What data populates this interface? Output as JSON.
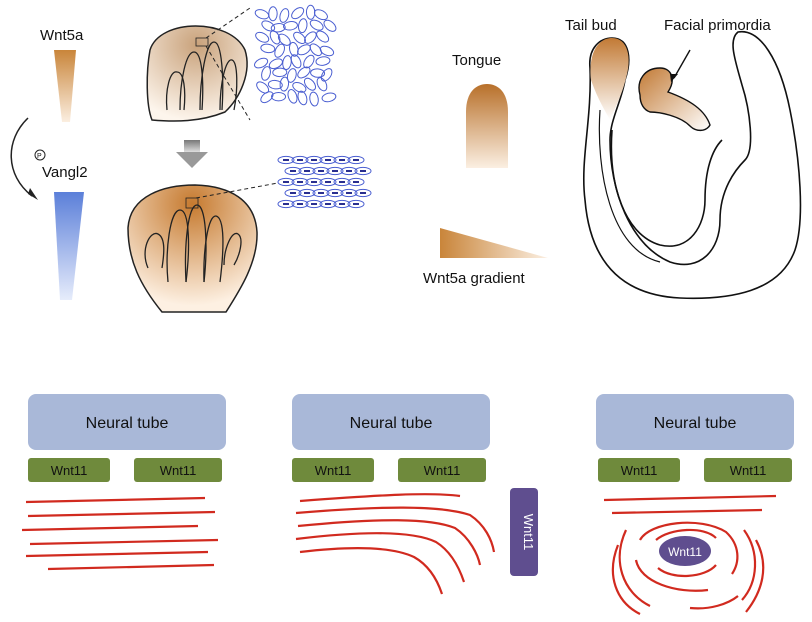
{
  "top_left": {
    "wnt5a_label": "Wnt5a",
    "phospho_symbol": "P",
    "vangl2_label": "Vangl2",
    "colors": {
      "wnt5a": "#c9853a",
      "vangl2": "#5b7fd9",
      "cell_outline": "#4a5ed1",
      "cell_mark": "#2a2f8f"
    }
  },
  "top_right": {
    "tongue_label": "Tongue",
    "tail_bud_label": "Tail bud",
    "facial_label": "Facial primordia",
    "gradient_label": "Wnt5a gradient",
    "colors": {
      "gradient": "#c9853a"
    }
  },
  "bottom": {
    "panels": [
      {
        "tube_label": "Neural tube",
        "wnt_left": "Wnt11",
        "wnt_right": "Wnt11"
      },
      {
        "tube_label": "Neural tube",
        "wnt_left": "Wnt11",
        "wnt_right": "Wnt11",
        "side_label": "Wnt11"
      },
      {
        "tube_label": "Neural tube",
        "wnt_left": "Wnt11",
        "wnt_right": "Wnt11",
        "center_label": "Wnt11"
      }
    ],
    "colors": {
      "tube": "#a9b8d8",
      "wnt_box": "#6f8a3c",
      "wnt_purple": "#5f4e8f",
      "fiber": "#d12a1f"
    }
  }
}
